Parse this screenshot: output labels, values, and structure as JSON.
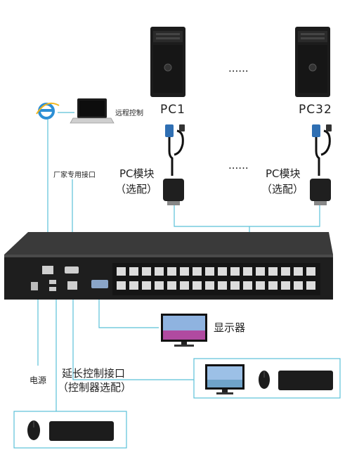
{
  "diagram": {
    "pcs": [
      {
        "name": "PC1"
      },
      {
        "name": "PC32"
      }
    ],
    "ellipsis_top": "......",
    "ellipsis_mid": "......",
    "module_label": "PC模块",
    "module_note": "（选配）",
    "remote_control_label": "远程控制",
    "vendor_port_label": "厂家专用接口",
    "monitor_label": "显示器",
    "extension_label_line1": "延长控制接口",
    "extension_label_line2": "（控制器选配）",
    "power_label": "电源",
    "colors": {
      "line": "#5bc0d8",
      "switch_body": "#2b2b2b",
      "port": "#dcdcdc"
    }
  }
}
